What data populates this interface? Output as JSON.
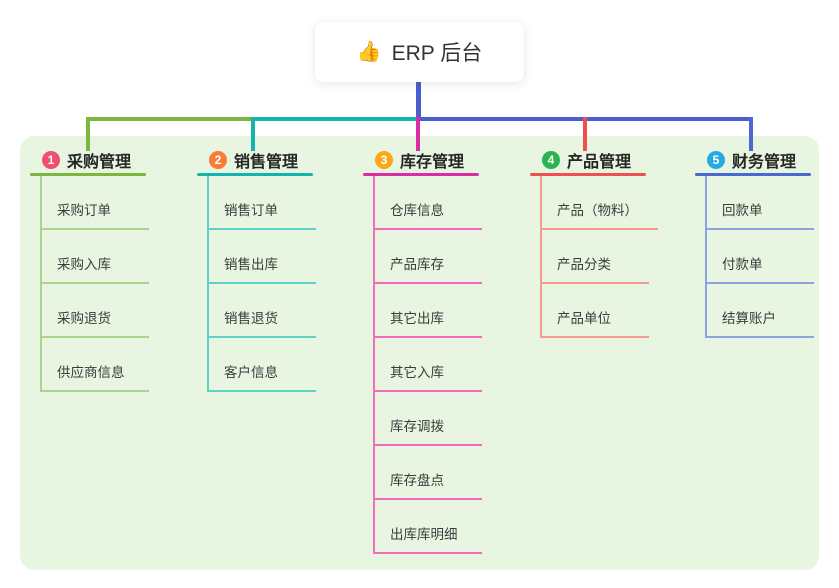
{
  "root": {
    "icon_glyph": "👍",
    "label": "ERP 后台"
  },
  "connector": {
    "root_color": "#4a5ed0"
  },
  "panel_color": "#e8f5e1",
  "branches": [
    {
      "num": "1",
      "label": "采购管理",
      "badge_color": "#f0506e",
      "line_color": "#7cb53f",
      "item_line_color": "#a9d58b",
      "items": [
        "采购订单",
        "采购入库",
        "采购退货",
        "供应商信息"
      ]
    },
    {
      "num": "2",
      "label": "销售管理",
      "badge_color": "#f87d35",
      "line_color": "#14b3ab",
      "item_line_color": "#62d0c6",
      "items": [
        "销售订单",
        "销售出库",
        "销售退货",
        "客户信息"
      ]
    },
    {
      "num": "3",
      "label": "库存管理",
      "badge_color": "#fba919",
      "line_color": "#d92da6",
      "item_line_color": "#f06ebc",
      "items": [
        "仓库信息",
        "产品库存",
        "其它出库",
        "其它入库",
        "库存调拨",
        "库存盘点",
        "出库库明细"
      ]
    },
    {
      "num": "4",
      "label": "产品管理",
      "badge_color": "#2ab34e",
      "line_color": "#ee5150",
      "item_line_color": "#f49b94",
      "items": [
        "产品（物料）",
        "产品分类",
        "产品单位"
      ]
    },
    {
      "num": "5",
      "label": "财务管理",
      "badge_color": "#29a9e1",
      "line_color": "#4a68cf",
      "item_line_color": "#8ba3e0",
      "items": [
        "回款单",
        "付款单",
        "结算账户"
      ]
    }
  ]
}
